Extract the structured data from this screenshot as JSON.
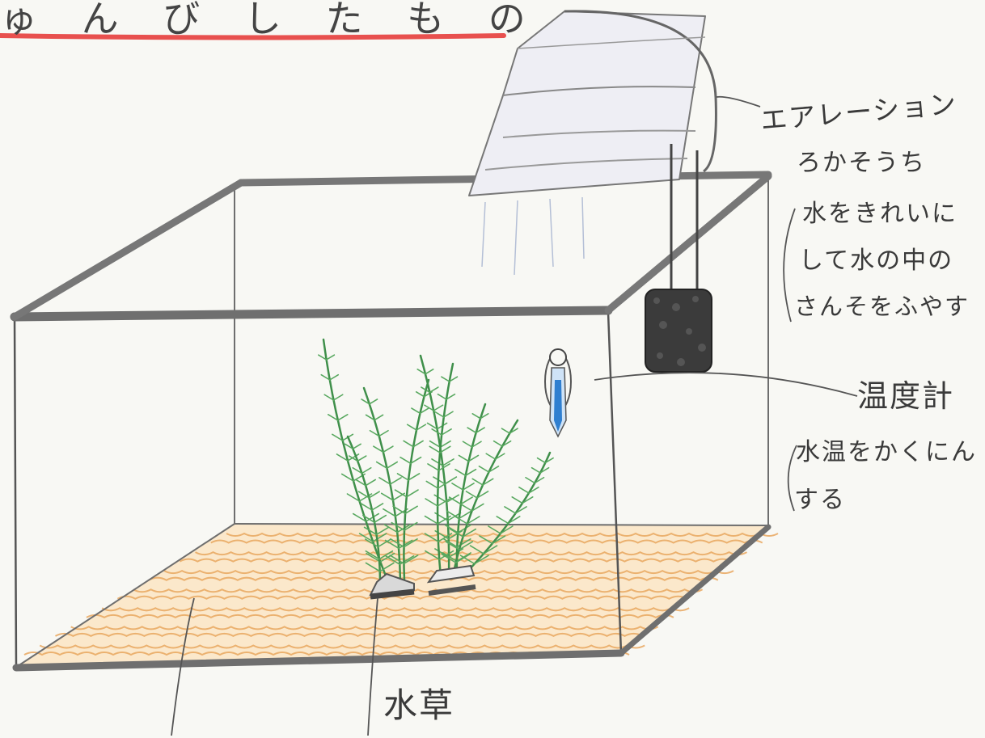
{
  "drawing": {
    "heading": "ゅ ん び し た も の",
    "labels": {
      "aeration": "エアレーション",
      "filter": "ろかそうち",
      "filter_description": [
        "水をきれいに",
        "して水の中の",
        "さんそをふやす"
      ],
      "thermometer": "温度計",
      "thermometer_description": [
        "水温をかくにん",
        "する"
      ],
      "waterweed": "水草"
    }
  },
  "colors": {
    "paper": "#f8f8f4",
    "pencil": "#5a5a5a",
    "frame": "#7b7b7b",
    "underline": "#e8504e",
    "gravel": "#e9a860",
    "plant": "#4f9e57",
    "thermometer": "#2f7fd0",
    "filter_sponge": "#3b3b3b"
  },
  "icons": [
    "aquarium-tank",
    "air-pump-filter",
    "thermometer",
    "water-plant",
    "gravel"
  ]
}
